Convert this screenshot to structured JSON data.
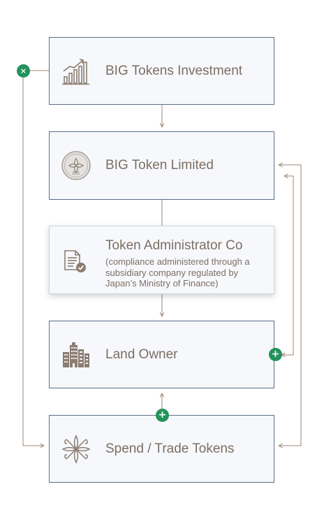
{
  "nodes": {
    "investment": {
      "title": "BIG Tokens Investment",
      "icon": "bar-chart-icon"
    },
    "limited": {
      "title": "BIG Token Limited",
      "icon": "big-coin-icon",
      "coin_text": "BIG"
    },
    "admin": {
      "title": "Token Administrator Co",
      "subtitle": "(compliance administered through a subsidiary company regulated by Japan’s Ministry of Finance)",
      "icon": "document-check-icon"
    },
    "land": {
      "title": "Land Owner",
      "icon": "buildings-icon"
    },
    "spend": {
      "title": "Spend / Trade Tokens",
      "icon": "leaf-emblem-icon"
    }
  },
  "badges": {
    "remove_symbol": "×",
    "add_symbol": "+"
  },
  "colors": {
    "box_bg": "#f6f8fc",
    "box_border": "#5b6c86",
    "text": "#7d6e62",
    "connector": "#9c8677",
    "badge": "#23935b"
  }
}
